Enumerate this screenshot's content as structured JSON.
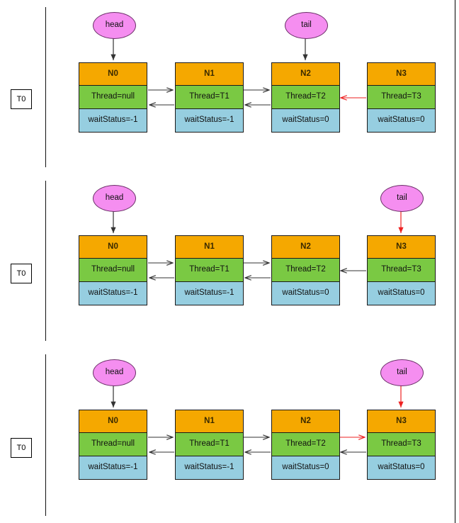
{
  "diagram": {
    "title_present": false,
    "colors": {
      "node_header": "#f5a800",
      "node_thread": "#7ac943",
      "node_status": "#96cee0",
      "pointer_fill": "#f58ef0",
      "pointer_stroke": "#6b2f68",
      "arrow_black": "#333333",
      "arrow_red": "#ee2222",
      "border": "#1a1a1a"
    },
    "panels": [
      {
        "id": "panel-1",
        "marker": "T0",
        "head_label": "head",
        "tail_label": "tail",
        "head_target": "N0",
        "tail_target": "N2",
        "tail_arrow_color": "black",
        "nodes": [
          {
            "name": "N0",
            "thread": "Thread=null",
            "status": "waitStatus=-1"
          },
          {
            "name": "N1",
            "thread": "Thread=T1",
            "status": "waitStatus=-1"
          },
          {
            "name": "N2",
            "thread": "Thread=T2",
            "status": "waitStatus=0"
          },
          {
            "name": "N3",
            "thread": "Thread=T3",
            "status": "waitStatus=0"
          }
        ],
        "links": [
          {
            "from": "N0",
            "to": "N1",
            "dir": "forward",
            "color": "black"
          },
          {
            "from": "N1",
            "to": "N0",
            "dir": "back",
            "color": "black"
          },
          {
            "from": "N1",
            "to": "N2",
            "dir": "forward",
            "color": "black"
          },
          {
            "from": "N2",
            "to": "N1",
            "dir": "back",
            "color": "black"
          },
          {
            "from": "N3",
            "to": "N2",
            "dir": "back",
            "color": "red"
          }
        ]
      },
      {
        "id": "panel-2",
        "marker": "T0",
        "head_label": "head",
        "tail_label": "tail",
        "head_target": "N0",
        "tail_target": "N3",
        "tail_arrow_color": "red",
        "nodes": [
          {
            "name": "N0",
            "thread": "Thread=null",
            "status": "waitStatus=-1"
          },
          {
            "name": "N1",
            "thread": "Thread=T1",
            "status": "waitStatus=-1"
          },
          {
            "name": "N2",
            "thread": "Thread=T2",
            "status": "waitStatus=0"
          },
          {
            "name": "N3",
            "thread": "Thread=T3",
            "status": "waitStatus=0"
          }
        ],
        "links": [
          {
            "from": "N0",
            "to": "N1",
            "dir": "forward",
            "color": "black"
          },
          {
            "from": "N1",
            "to": "N0",
            "dir": "back",
            "color": "black"
          },
          {
            "from": "N1",
            "to": "N2",
            "dir": "forward",
            "color": "black"
          },
          {
            "from": "N2",
            "to": "N1",
            "dir": "back",
            "color": "black"
          },
          {
            "from": "N3",
            "to": "N2",
            "dir": "back",
            "color": "black"
          }
        ]
      },
      {
        "id": "panel-3",
        "marker": "T0",
        "head_label": "head",
        "tail_label": "tail",
        "head_target": "N0",
        "tail_target": "N3",
        "tail_arrow_color": "red",
        "nodes": [
          {
            "name": "N0",
            "thread": "Thread=null",
            "status": "waitStatus=-1"
          },
          {
            "name": "N1",
            "thread": "Thread=T1",
            "status": "waitStatus=-1"
          },
          {
            "name": "N2",
            "thread": "Thread=T2",
            "status": "waitStatus=0"
          },
          {
            "name": "N3",
            "thread": "Thread=T3",
            "status": "waitStatus=0"
          }
        ],
        "links": [
          {
            "from": "N0",
            "to": "N1",
            "dir": "forward",
            "color": "black"
          },
          {
            "from": "N1",
            "to": "N0",
            "dir": "back",
            "color": "black"
          },
          {
            "from": "N1",
            "to": "N2",
            "dir": "forward",
            "color": "black"
          },
          {
            "from": "N2",
            "to": "N1",
            "dir": "back",
            "color": "black"
          },
          {
            "from": "N2",
            "to": "N3",
            "dir": "forward",
            "color": "red"
          },
          {
            "from": "N3",
            "to": "N2",
            "dir": "back",
            "color": "black"
          }
        ]
      }
    ]
  }
}
